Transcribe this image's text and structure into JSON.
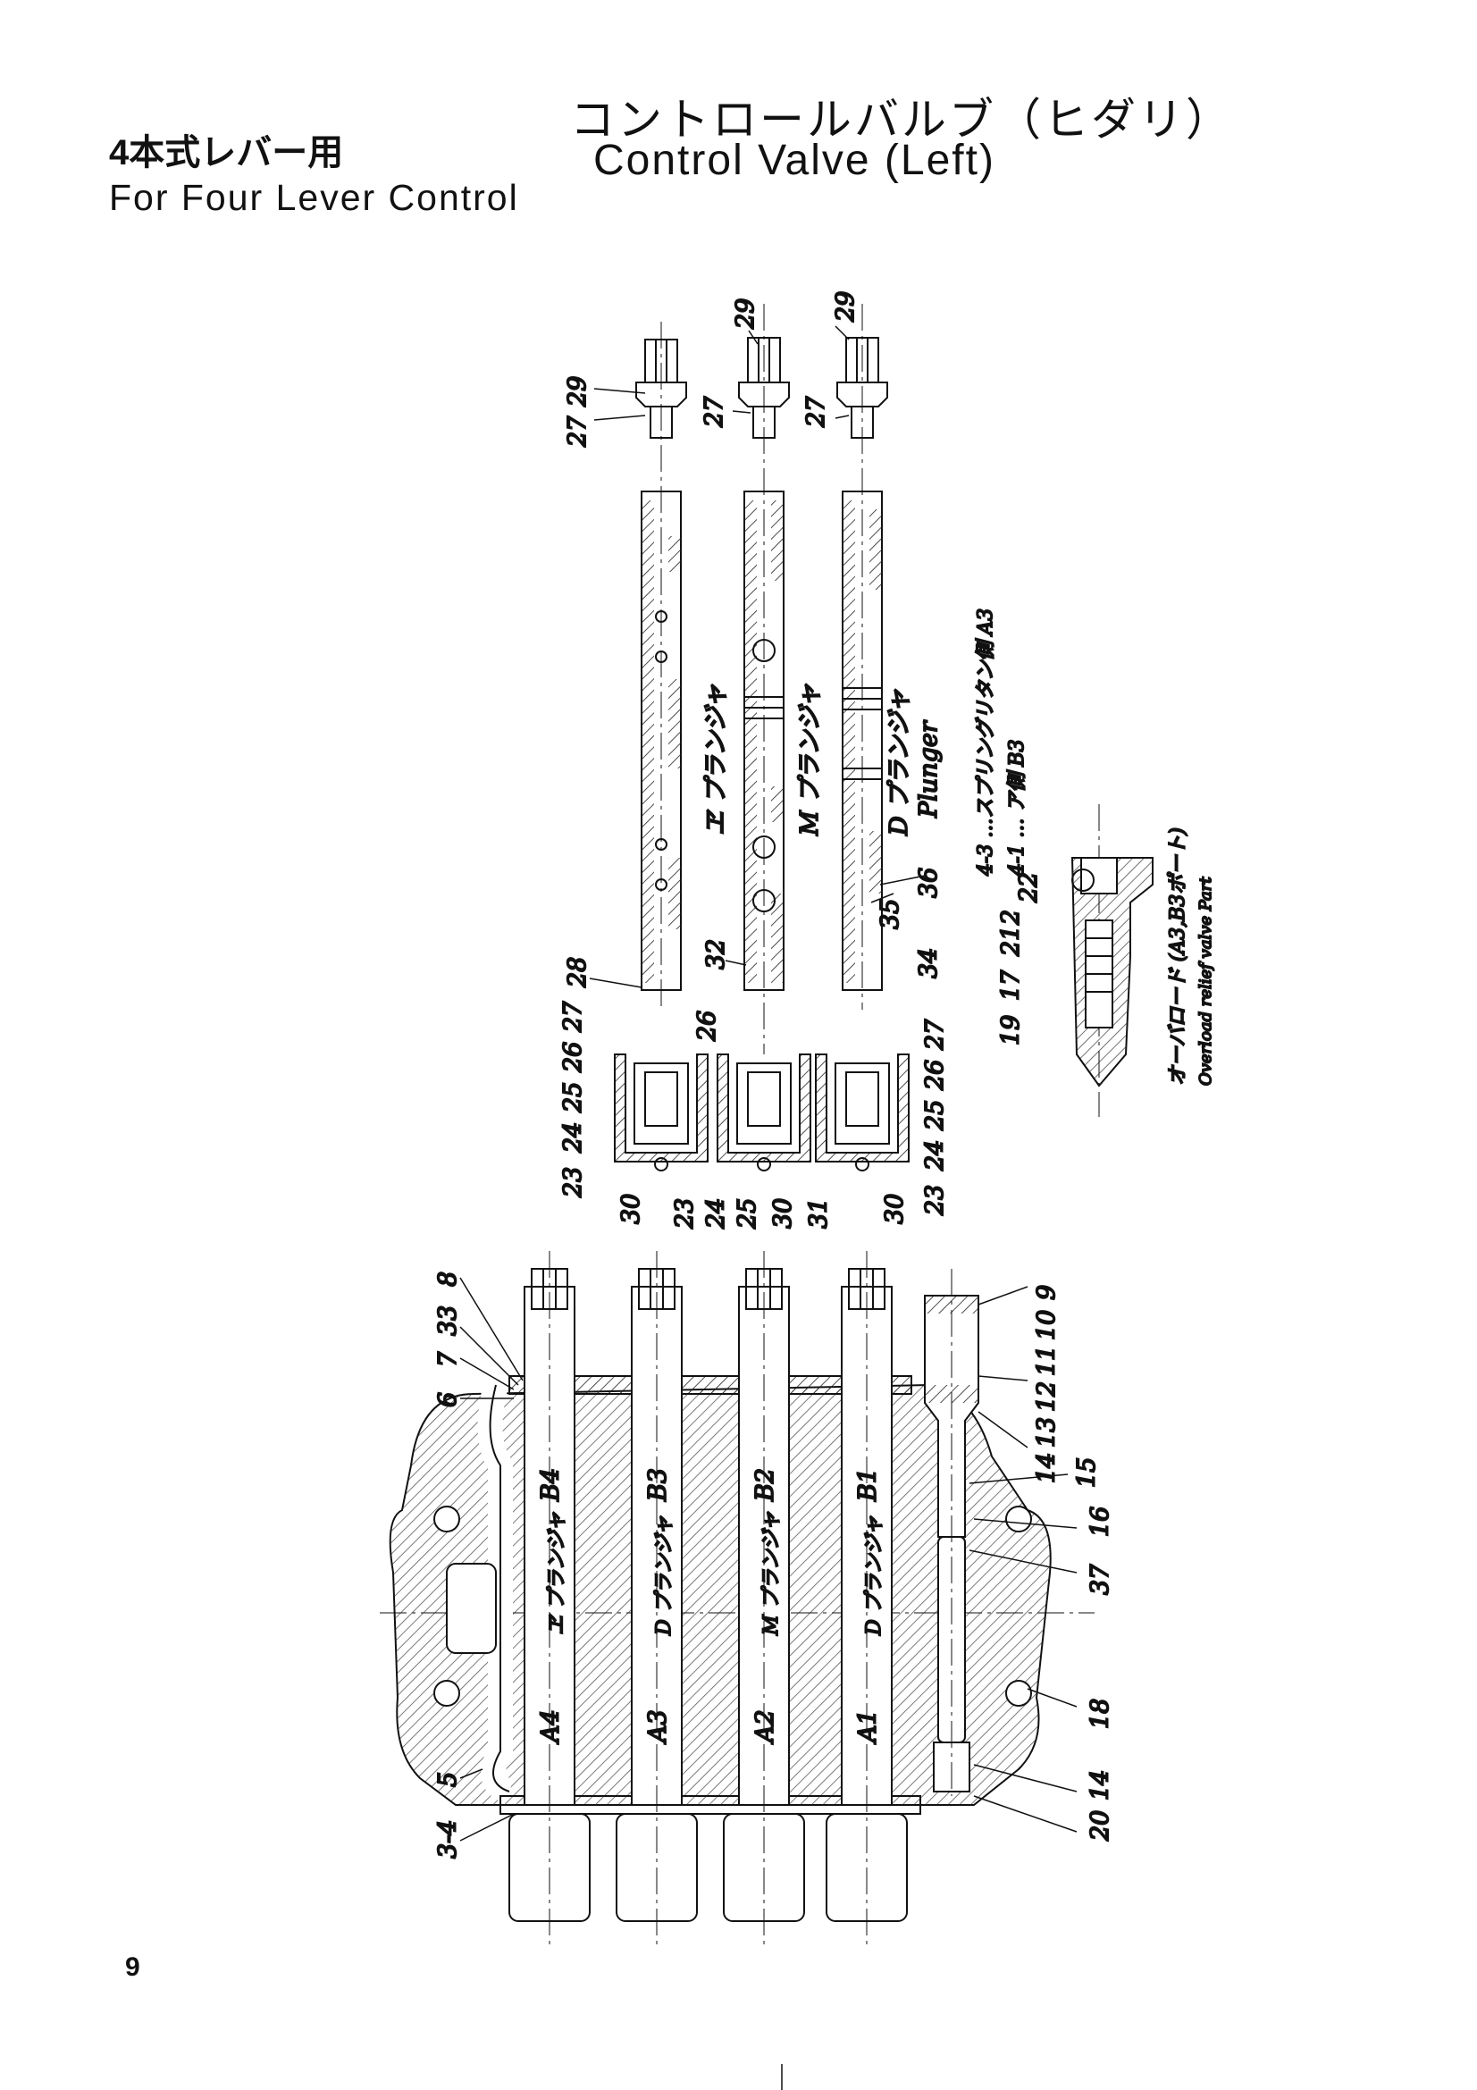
{
  "header": {
    "jp_left": "4本式レバー用",
    "en_left": "For Four Lever Control",
    "jp_right": "コントロールバルブ（ヒダリ）",
    "en_right": "Control  Valve (Left)"
  },
  "page_number": "9",
  "plungers": [
    {
      "top_labels": [
        "27",
        "29"
      ],
      "name": "ヱ プランジャ",
      "side_labels": [
        "28"
      ]
    },
    {
      "top_labels": [
        "27",
        "29"
      ],
      "name": "M プランジャ",
      "side_labels": [
        "32"
      ]
    },
    {
      "top_labels": [
        "27",
        "29"
      ],
      "name": "D プランジャ",
      "name_en": "Plunger",
      "side_labels": [
        "34",
        "35",
        "36"
      ]
    }
  ],
  "caps": [
    {
      "labels": [
        "23",
        "24",
        "25",
        "26",
        "27",
        "30"
      ]
    },
    {
      "labels": [
        "23",
        "24",
        "25",
        "26",
        "30",
        "31"
      ]
    },
    {
      "labels": [
        "23",
        "24",
        "25",
        "26",
        "27",
        "30"
      ]
    }
  ],
  "relief_notes": {
    "line1": "4-3 …スプリングリタン側 A3",
    "line2": "4-1 … ア側 B3",
    "labels": [
      "19",
      "17",
      "21",
      "2",
      "22"
    ],
    "caption_jp": "オーバロード (A3,B3ポート)",
    "caption_en": "Overload relief valve  Part"
  },
  "valve_body": {
    "top_labels": [
      "8",
      "33",
      "7",
      "6"
    ],
    "right_labels": [
      "9",
      "10",
      "11",
      "12",
      "13",
      "14",
      "15",
      "16",
      "37",
      "18",
      "14",
      "20"
    ],
    "bottom_labels": [
      "5",
      "3-4"
    ],
    "spools": [
      {
        "port_b": "B4",
        "port_a": "A4",
        "name": "ヱ プランジャ"
      },
      {
        "port_b": "B3",
        "port_a": "A3",
        "name": "D プランジャ"
      },
      {
        "port_b": "B2",
        "port_a": "A2",
        "name": "M プランジャ"
      },
      {
        "port_b": "B1",
        "port_a": "A1",
        "name": "D プランジャ"
      }
    ]
  }
}
